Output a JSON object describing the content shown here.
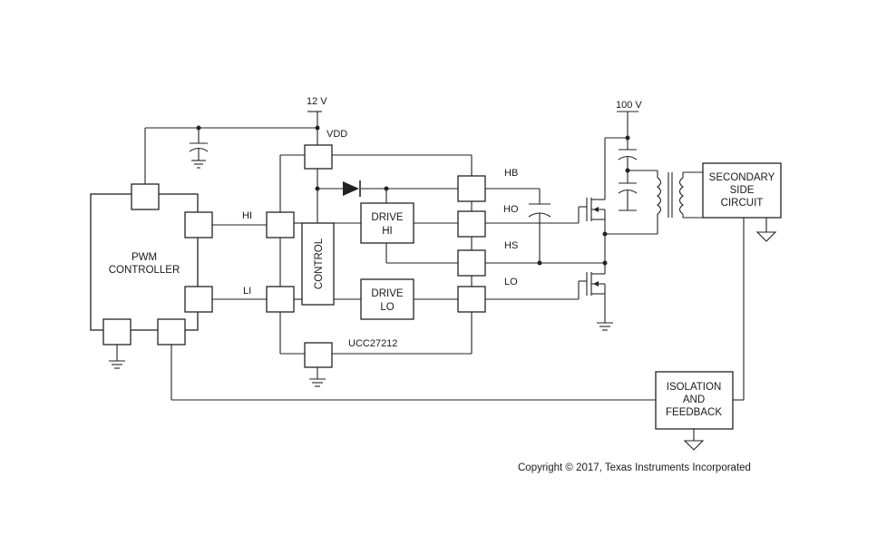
{
  "supply": {
    "vdd_rail": "12 V",
    "hv_rail": "100 V",
    "vdd_pin": "VDD"
  },
  "blocks": {
    "pwm_controller": [
      "PWM",
      "CONTROLLER"
    ],
    "control": "CONTROL",
    "drive_hi": [
      "DRIVE",
      "HI"
    ],
    "drive_lo": [
      "DRIVE",
      "LO"
    ],
    "secondary": [
      "SECONDARY",
      "SIDE",
      "CIRCUIT"
    ],
    "isolation": [
      "ISOLATION",
      "AND",
      "FEEDBACK"
    ]
  },
  "part_number": "UCC27212",
  "pins": {
    "hi": "HI",
    "li": "LI",
    "hb": "HB",
    "ho": "HO",
    "hs": "HS",
    "lo": "LO"
  },
  "copyright": "Copyright © 2017, Texas Instruments Incorporated"
}
